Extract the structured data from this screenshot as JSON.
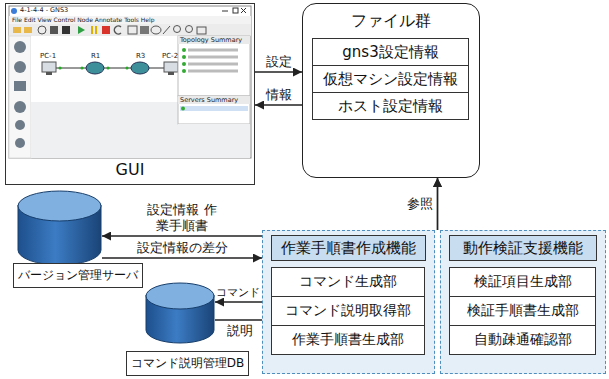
{
  "diagram": {
    "nodes": [
      {
        "text": [
          "GUI"
        ]
      },
      {
        "text": [
          "ファイル群"
        ]
      },
      {
        "text": [
          "gns3設定情報"
        ],
        "in": 1
      },
      {
        "text": [
          "仮想マシン設定情報"
        ],
        "in": 1
      },
      {
        "text": [
          "ホスト設定情報"
        ],
        "in": 1
      },
      {
        "text": [
          "バージョン管理サーバ"
        ]
      },
      {
        "text": [
          "コマンド説明管理DB"
        ]
      },
      {
        "text": [
          "作業手順書作成機能"
        ]
      },
      {
        "text": [
          "コマンド生成部"
        ],
        "in": 7
      },
      {
        "text": [
          "コマンド説明取得部"
        ],
        "in": 7
      },
      {
        "text": [
          "作業手順書生成部"
        ],
        "in": 7
      },
      {
        "text": [
          "動作検証支援機能"
        ]
      },
      {
        "text": [
          "検証項目生成部"
        ],
        "in": 11
      },
      {
        "text": [
          "検証手順書生成部"
        ],
        "in": 11
      },
      {
        "text": [
          "自動疎通確認部"
        ],
        "in": 11
      }
    ],
    "edges": [
      {
        "from": 0,
        "to": 1,
        "arrow": "to",
        "label": "設定"
      },
      {
        "from": 1,
        "to": 0,
        "arrow": "to",
        "label": "情報"
      },
      {
        "from": 7,
        "to": 1,
        "arrow": "to",
        "label": "参照"
      },
      {
        "from": 11,
        "to": 1,
        "arrow": "to"
      },
      {
        "from": 7,
        "to": 5,
        "arrow": "to",
        "label": "設定情報 作業手順書"
      },
      {
        "from": 5,
        "to": 7,
        "arrow": "to",
        "label": "設定情報の差分"
      },
      {
        "from": 9,
        "to": 6,
        "arrow": "to",
        "label": "コマンド"
      },
      {
        "from": 6,
        "to": 9,
        "arrow": "to",
        "label": "説明"
      }
    ],
    "labels": [
      "4-1-4-4 - GNS3",
      "File Edit View Control Node Annotate Tools Help",
      "PC-1",
      "R1",
      "R3",
      "PC-2",
      "Topology Summary",
      "Servers Summary"
    ]
  }
}
